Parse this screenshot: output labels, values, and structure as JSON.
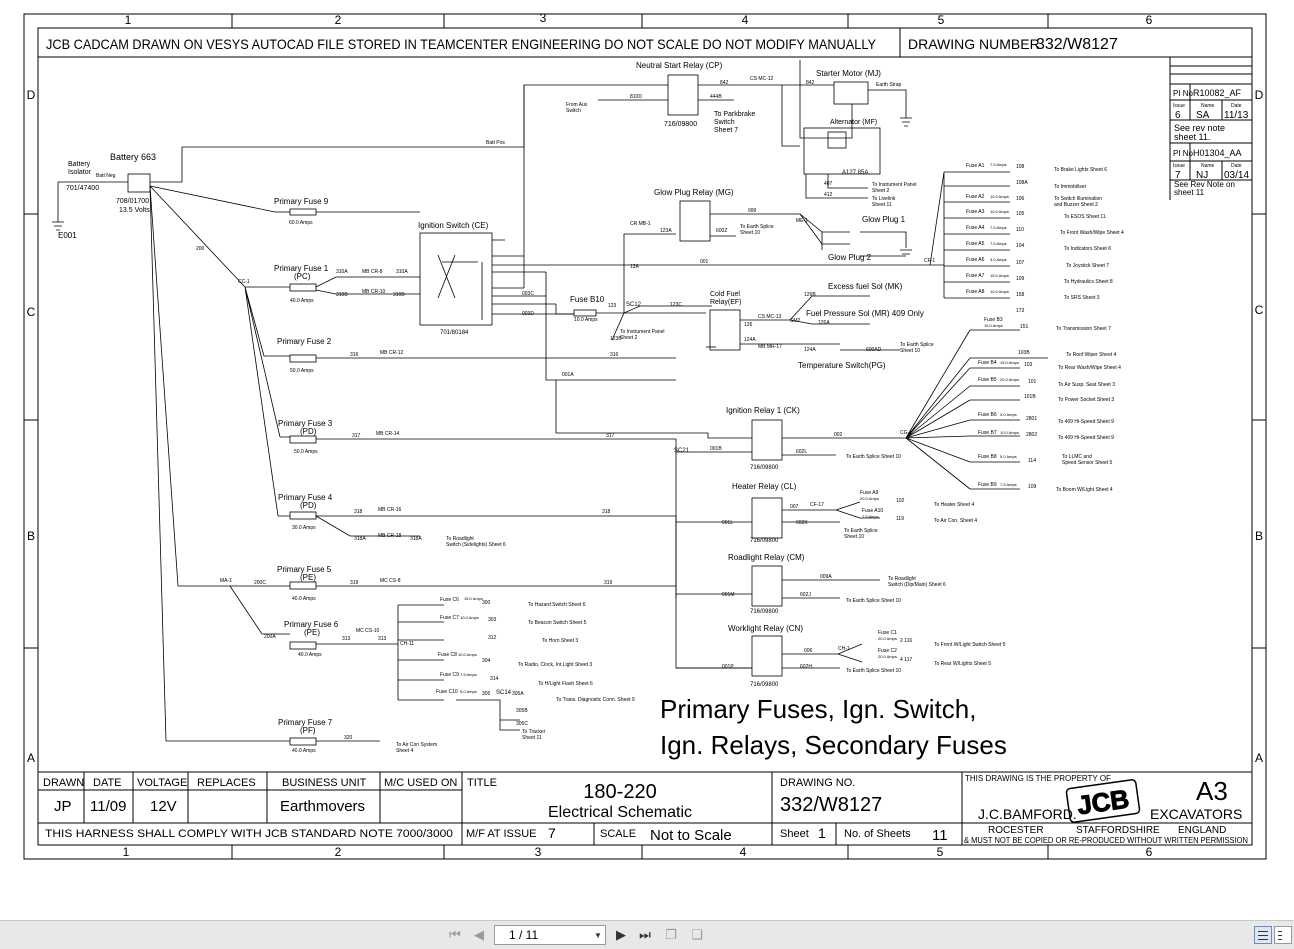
{
  "frame": {
    "columns": [
      "1",
      "2",
      "3",
      "4",
      "5",
      "6"
    ],
    "rows": [
      "D",
      "C",
      "B",
      "A"
    ]
  },
  "header": {
    "notice": "JCB CADCAM DRAWN ON VESYS  AUTOCAD FILE STORED IN TEAMCENTER ENGINEERING DO NOT SCALE  DO NOT MODIFY MANUALLY",
    "drawing_number_label": "DRAWING NUMBER",
    "drawing_number": "332/W8127"
  },
  "revisions": {
    "pi1": "R10082_AF",
    "issue1": "6",
    "name1": "SA",
    "date1": "11/13",
    "note1a": "See rev note",
    "note1b": "sheet 11.",
    "pi2": "H01304_AA",
    "issue2": "7",
    "name2": "NJ",
    "date2": "03/14",
    "note2a": "See Rev Note on",
    "note2b": "sheet 11",
    "pi_label": "PI No",
    "issue_label": "Issue",
    "name_label": "Name",
    "date_label": "Date"
  },
  "diagram": {
    "battery_isolator": "Battery\nIsolator",
    "battery_isolator_part": "701/47400",
    "battery": "Battery 663",
    "battery_part": "708/01700",
    "battery_volts": "13.5 Volts",
    "earth_e001": "E001",
    "batt_neg": "Batt Neg",
    "batt_neg2": "Batt Neg",
    "batt_pos": "Batt Pos",
    "neutral_start_relay": "Neutral Start Relay (CP)",
    "neutral_relay_part": "716/09800",
    "from_aux_switch": "From Aux\nSwitch",
    "w810d": "810D",
    "w444b": "444B",
    "w842a": "842",
    "w842b": "842",
    "to_parkbrake": "To Parkbrake\nSwitch\nSheet 7",
    "cs_mc12": "CS MC-12",
    "starter_motor": "Starter Motor (MJ)",
    "earth_strap": "Earth Strap",
    "alternator": "Alternator (MF)",
    "alt_rating": "A127 85A",
    "w407": "407",
    "w412": "412",
    "to_instrument_panel2": "To Instrument Panel\nSheet 2",
    "to_livelink": "To Livelink\nSheet 11",
    "glow_plug_relay": "Glow Plug Relay (MG)",
    "to_earth_splice10a": "To Earth Splice\nSheet 10",
    "w600z": "600Z",
    "w999": "999",
    "w123a": "123A",
    "me1": "ME-1",
    "glow_plug1": "Glow Plug 1",
    "glow_plug2": "Glow Plug 2",
    "primary_fuse9": "Primary Fuse 9",
    "fuse9_amps": "60.0 Amps",
    "ignition_switch": "Ignition Switch (CE)",
    "ign_switch_part": "701/80184",
    "primary_fuse1": "Primary Fuse 1",
    "pc": "(PC)",
    "fuse1_amps": "40.0 Amps",
    "w310a": "310A",
    "w310b": "310B",
    "mb_cr8": "MB CR-8",
    "mb_cr10": "MB CR-10",
    "w310a2": "310A",
    "w310b2": "310B",
    "w003c": "003C",
    "w003d": "003D",
    "cc1": "CC-1",
    "w200": "200",
    "w001": "001",
    "w001a": "001A",
    "fuse_b10": "Fuse B10",
    "fuse_b10_amps": "10.0 Amps",
    "sc12": "SC12",
    "w123": "123",
    "w123b": "123B",
    "w123c": "123C",
    "to_instrument_panel": "To Instrument Panel\nSheet 2",
    "cr_mb1": "CR MB-1",
    "w12a": "12A",
    "cold_fuel_relay": "Cold Fuel\nRelay(EF)",
    "cs_mc13": "CS MC-13",
    "w126": "126",
    "sm2": "SM2",
    "w126b": "126B",
    "w126a": "126A",
    "excess_fuel": "Excess fuel Sol  (MK)",
    "fuel_pressure": "Fuel Pressure Sol (MR) 409 Only",
    "mb_mr17": "MB MR-17",
    "w124a": "124A",
    "w124a2": "124A",
    "w600ad": "600AD",
    "temp_switch": "Temperature Switch(PG)",
    "to_earth_splice10b": "To Earth Splice\nSheet 10",
    "primary_fuse2": "Primary Fuse 2",
    "fuse2_amps": "50.0 Amps",
    "w316": "316",
    "mb_cr12": "MB CR-12",
    "w316b": "316",
    "primary_fuse3": "Primary Fuse 3",
    "pd": "(PD)",
    "fuse3_amps": "50.0 Amps",
    "w317": "317",
    "mb_cr14": "MB CR-14",
    "w317b": "317",
    "primary_fuse4": "Primary Fuse 4",
    "pd2": "(PD)",
    "fuse4_amps": "30.0 Amps",
    "w318": "318",
    "mb_cr16": "MB CR-16",
    "w318b": "318",
    "w318a": "318A",
    "mb_cr18": "MB CR-18",
    "w318a2": "318A",
    "to_roadlight_side": "To Roadlight\nSwitch (Sidelights)  Sheet 6",
    "primary_fuse5": "Primary Fuse 5",
    "pe": "(PE)",
    "fuse5_amps": "40.0 Amps",
    "w319": "319",
    "mc_cs8": "MC CS-8",
    "w319b": "319",
    "ma1": "MA-1",
    "w200c": "200C",
    "w200a": "200A",
    "primary_fuse6": "Primary Fuse 6",
    "pe2": "(PE)",
    "fuse6_amps": "40.0 Amps",
    "w313": "313",
    "mc_cs10": "MC CS-10",
    "w313b": "313",
    "ch11": "CH-11",
    "primary_fuse7": "Primary Fuse 7",
    "pf": "(PF)",
    "fuse7_amps": "40.0 Amps",
    "w320": "320",
    "to_aircon_sys": "To Air Con System\nSheet 4",
    "ign_relay1": "Ignition Relay 1 (CK)",
    "ign_relay1_part": "716/09800",
    "w002": "002",
    "w001b": "001B",
    "w602l": "602L",
    "sc21": "SC21",
    "cg1": "CG-1",
    "to_earth_splice10c": "To Earth Splice Sheet 10",
    "heater_relay": "Heater Relay (CL)",
    "heater_relay_part": "716/09800",
    "w007": "007",
    "cf17": "CF-17",
    "w001l": "001L",
    "w602k": "602K",
    "to_earth_splice10d": "To Earth Splice\nSheet 10",
    "fuse_a9": "Fuse A9",
    "fuse_a9_amps": "20.0 Amps",
    "w102": "102",
    "fuse_a10": "Fuse A10",
    "fuse_a10_amps": "7.5 Amps",
    "w119": "119",
    "to_heater": "To Heater  Sheet 4",
    "to_aircon": "To Air Con. Sheet 4",
    "roadlight_relay": "Roadlight Relay (CM)",
    "roadlight_relay_part": "716/09800",
    "w009a": "009A",
    "w001m": "001M",
    "w602j": "602J",
    "to_roadlight_dip": "To Roadlight\nSwitch (Dip/Main)  Sheet 6",
    "to_earth_splice10e": "To Earth Splice Sheet 10",
    "worklight_relay": "Worklight Relay (CN)",
    "worklight_relay_part": "716/09800",
    "w006": "006",
    "w001p": "001P",
    "w602h": "602H",
    "ch1": "CH-1",
    "to_earth_splice10f": "To Earth Splice Sheet 10",
    "fuse_c1": "Fuse C1",
    "fuse_c1_amps": "20.0 Amps",
    "w116": "2 116",
    "fuse_c2": "Fuse C2",
    "fuse_c2_amps": "20.0 Amps",
    "w117": "4 117",
    "to_front_wl": "To Front W/Light Switch Sheet 5",
    "to_rear_wl": "To Rear W/Lights  Sheet 5",
    "fuse_c6": "Fuse C6",
    "c6_amps": "15.0 Amps",
    "w300": "300",
    "to_hazard": "To Hazard Switch Sheet 6",
    "fuse_c7": "Fuse C7",
    "c7_amps": "10.0 Amps",
    "w303": "303",
    "to_beacon": "To Beacon Switch Sheet 5",
    "w312": "312",
    "to_horn": "To Horn  Sheet 3",
    "fuse_c8": "Fuse C8",
    "c8_amps": "10.0 Amps",
    "w304": "304",
    "to_radio": "To Radio, Clock, Int.Light Sheet 3",
    "fuse_c9": "Fuse C9",
    "c9_amps": "7.5 Amps",
    "w314": "314",
    "to_hlight_flash": "To H/Light Flash Sheet 6",
    "fuse_c10": "Fuse C10",
    "c10_amps": "5.0 Amps",
    "w305": "305",
    "sc14": "SC14",
    "w305a": "305A",
    "to_trans_diag": "To Trans. Diagnostic Conn.  Sheet 9",
    "w305b": "305B",
    "w305c": "305C",
    "to_tracker": "To Tracker\nSheet 11",
    "cf1": "CF-1",
    "fa": [
      {
        "fuse": "Fuse A1",
        "amps": "7.5 Amps",
        "wire": "108",
        "to": "To Brake Lights Sheet 6"
      },
      {
        "fuse": "",
        "amps": "",
        "wire": "108A",
        "to": "To Immobiliser"
      },
      {
        "fuse": "Fuse A2",
        "amps": "10.0 Amps",
        "wire": "106",
        "to": "To Switch Illumination\nand Buzzer    Sheet 2"
      },
      {
        "fuse": "Fuse A3",
        "amps": "10.0 Amps",
        "wire": "105",
        "to": "To ESOS        Sheet 11"
      },
      {
        "fuse": "Fuse A4",
        "amps": "7.5 Amps",
        "wire": "110",
        "to": "To Front Wash/Wipe   Sheet 4"
      },
      {
        "fuse": "Fuse A5",
        "amps": "7.5 Amps",
        "wire": "104",
        "to": "To Indicators       Sheet 6"
      },
      {
        "fuse": "Fuse A6",
        "amps": "3.0 Amps",
        "wire": "107",
        "to": "To Joystick        Sheet 7"
      },
      {
        "fuse": "Fuse A7",
        "amps": "15.0 Amps",
        "wire": "109",
        "to": "To Hydraulics      Sheet 8"
      },
      {
        "fuse": "Fuse A8",
        "amps": "10.0 Amps",
        "wire": "158",
        "to": "To SRS           Sheet 3"
      }
    ],
    "w173": "173",
    "fb": [
      {
        "fuse": "Fuse B3",
        "amps": "15.0 Amps",
        "wire": "151",
        "to": "To Transmission     Sheet 7"
      },
      {
        "fuse": "",
        "amps": "",
        "wire": "103B",
        "to": "To Roof Wiper      Sheet 4"
      },
      {
        "fuse": "Fuse B4",
        "amps": "15.0 Amps",
        "wire": "103",
        "to": "To Rear Wash/Wipe   Sheet 4"
      },
      {
        "fuse": "Fuse B5",
        "amps": "20.0 Amps",
        "wire": "101",
        "to": "To Air Susp. Seat   Sheet 3"
      },
      {
        "fuse": "",
        "amps": "",
        "wire": "101B",
        "to": "To Power Socket    Sheet 3"
      },
      {
        "fuse": "Fuse B6",
        "amps": "3.0 Amps",
        "wire": "2801",
        "to": "To 409 Hi-Speed    Sheet 9"
      },
      {
        "fuse": "Fuse B7",
        "amps": "10.0 Amps",
        "wire": "2802",
        "to": "To 409 Hi-Speed    Sheet 9"
      },
      {
        "fuse": "Fuse B8",
        "amps": "5.0 Amps",
        "wire": "114",
        "to": "To LLMC and\nSpeed Sensor     Sheet 5"
      },
      {
        "fuse": "Fuse B9",
        "amps": "7.5 Amps",
        "wire": "109",
        "to": "To Boom W/Light    Sheet 4"
      }
    ],
    "caption_line1": "Primary Fuses, Ign. Switch,",
    "caption_line2": "Ign. Relays, Secondary Fuses"
  },
  "title_block": {
    "drawn_label": "DRAWN",
    "drawn": "JP",
    "date_label": "DATE",
    "date": "11/09",
    "voltage_label": "VOLTAGE",
    "voltage": "12V",
    "replaces_label": "REPLACES",
    "replaces": "",
    "business_unit_label": "BUSINESS UNIT",
    "business_unit": "Earthmovers",
    "mc_used_label": "M/C USED ON",
    "mc_used": "",
    "title_label": "TITLE",
    "title1": "180-220",
    "title2": "Electrical Schematic",
    "drawing_no_label": "DRAWING NO.",
    "drawing_no": "332/W8127",
    "property_label": "THIS DRAWING IS THE PROPERTY OF",
    "size": "A3",
    "company": "J.C.BAMFORD.",
    "logo": "JCB",
    "division": "EXCAVATORS",
    "loc1": "ROCESTER",
    "loc2": "STAFFORDSHIRE",
    "loc3": "ENGLAND",
    "copy_notice": "& MUST NOT BE COPIED OR RE-PRODUCED WITHOUT WRITTEN PERMISSION",
    "harness_note": "THIS HARNESS SHALL COMPLY WITH JCB STANDARD NOTE 7000/3000",
    "mf_label": "M/F AT ISSUE",
    "mf_issue": "7",
    "scale_label": "SCALE",
    "scale": "Not to Scale",
    "sheet_label": "Sheet",
    "sheet": "1",
    "sheets_label": "No. of Sheets",
    "sheets": "11"
  },
  "toolbar": {
    "page_value": "1 / 11",
    "first_icon": "first-page-icon",
    "prev_icon": "previous-page-icon",
    "next_icon": "next-page-icon",
    "last_icon": "last-page-icon"
  }
}
